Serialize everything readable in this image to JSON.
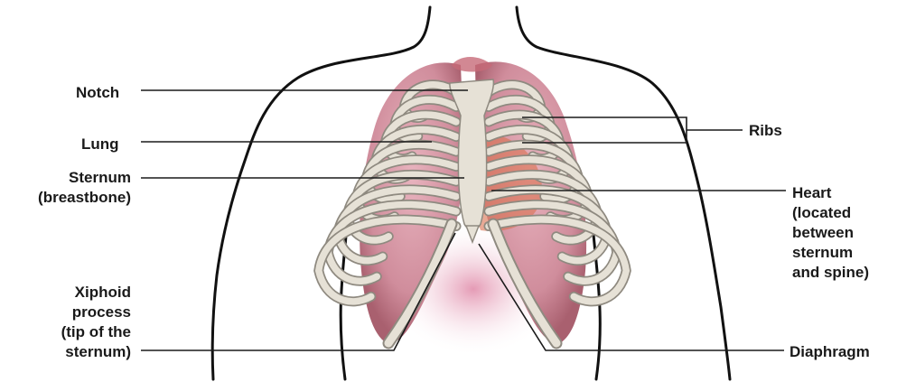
{
  "labels": {
    "notch": "Notch",
    "lung": "Lung",
    "sternum": "Sternum\n(breastbone)",
    "xiphoid": "Xiphoid\nprocess\n(tip of the\nsternum)",
    "ribs": "Ribs",
    "heart": "Heart\n(located\nbetween\nsternum\nand spine)",
    "diaphragm": "Diaphragm"
  },
  "colors": {
    "bone": "#e6e1d6",
    "bone_edge": "#8f8a80",
    "lung": "#d9a0ad",
    "lung_dark": "#a9606f",
    "heart": "#d9704f",
    "diaphragm_glow": "#e089a8",
    "outline": "#111111",
    "leader": "#1a1a1a"
  }
}
